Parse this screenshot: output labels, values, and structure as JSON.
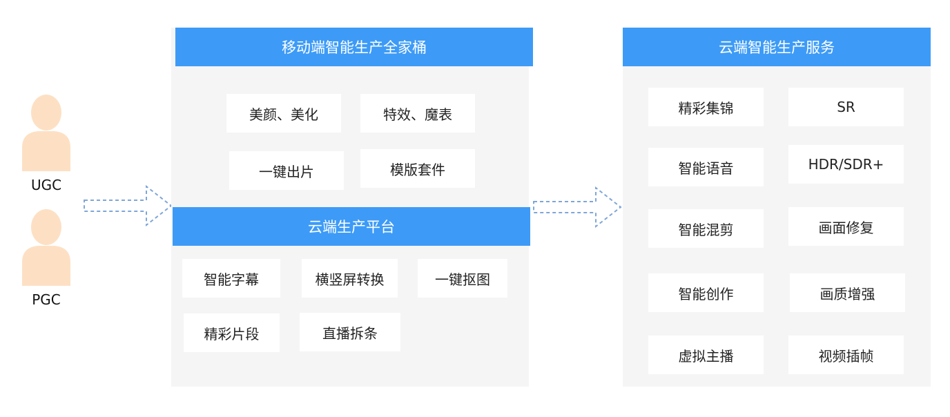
{
  "sources": [
    {
      "label": "UGC"
    },
    {
      "label": "PGC"
    }
  ],
  "mobile_suite": {
    "title": "移动端智能生产全家桶",
    "items": [
      "美颜、美化",
      "特效、魔表",
      "一键出片",
      "模版套件"
    ]
  },
  "cloud_platform": {
    "title": "云端生产平台",
    "items": [
      "智能字幕",
      "横竖屏转换",
      "一键抠图",
      "精彩片段",
      "直播拆条"
    ]
  },
  "cloud_services": {
    "title": "云端智能生产服务",
    "items": [
      "精彩集锦",
      "SR",
      "智能语音",
      "HDR/SDR+",
      "智能混剪",
      "画面修复",
      "智能创作",
      "画质增强",
      "虚拟主播",
      "视频插帧"
    ]
  },
  "colors": {
    "header_blue": "#3d9bf7",
    "panel_gray": "#f5f5f5",
    "person_skin": "#fde0c4",
    "arrow_dash": "#7ea6d8"
  }
}
